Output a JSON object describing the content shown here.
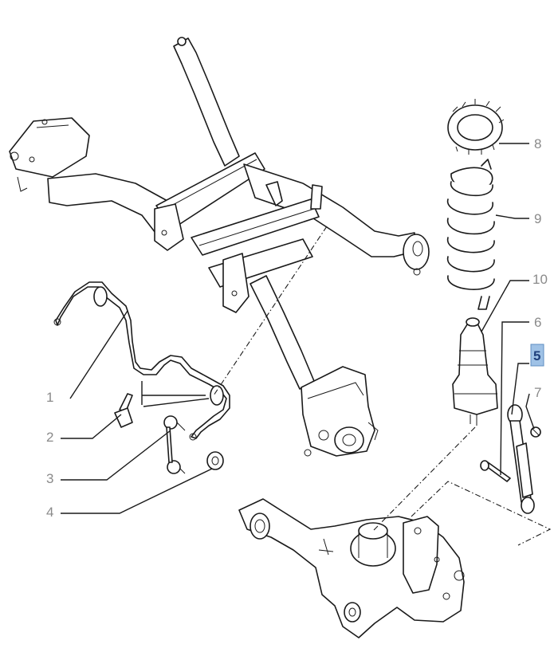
{
  "callouts": [
    {
      "id": "1",
      "text": "1",
      "highlighted": false
    },
    {
      "id": "2",
      "text": "2",
      "highlighted": false
    },
    {
      "id": "3",
      "text": "3",
      "highlighted": false
    },
    {
      "id": "4",
      "text": "4",
      "highlighted": false
    },
    {
      "id": "5",
      "text": "5",
      "highlighted": true
    },
    {
      "id": "6",
      "text": "6",
      "highlighted": false
    },
    {
      "id": "7",
      "text": "7",
      "highlighted": false
    },
    {
      "id": "8",
      "text": "8",
      "highlighted": false
    },
    {
      "id": "9",
      "text": "9",
      "highlighted": false
    },
    {
      "id": "10",
      "text": "10",
      "highlighted": false
    }
  ],
  "colors": {
    "line": "#1a1a1a",
    "callout_text": "#8a8a8a",
    "highlight_fill": "#9fc2e6",
    "highlight_text": "#1f3f7a"
  }
}
